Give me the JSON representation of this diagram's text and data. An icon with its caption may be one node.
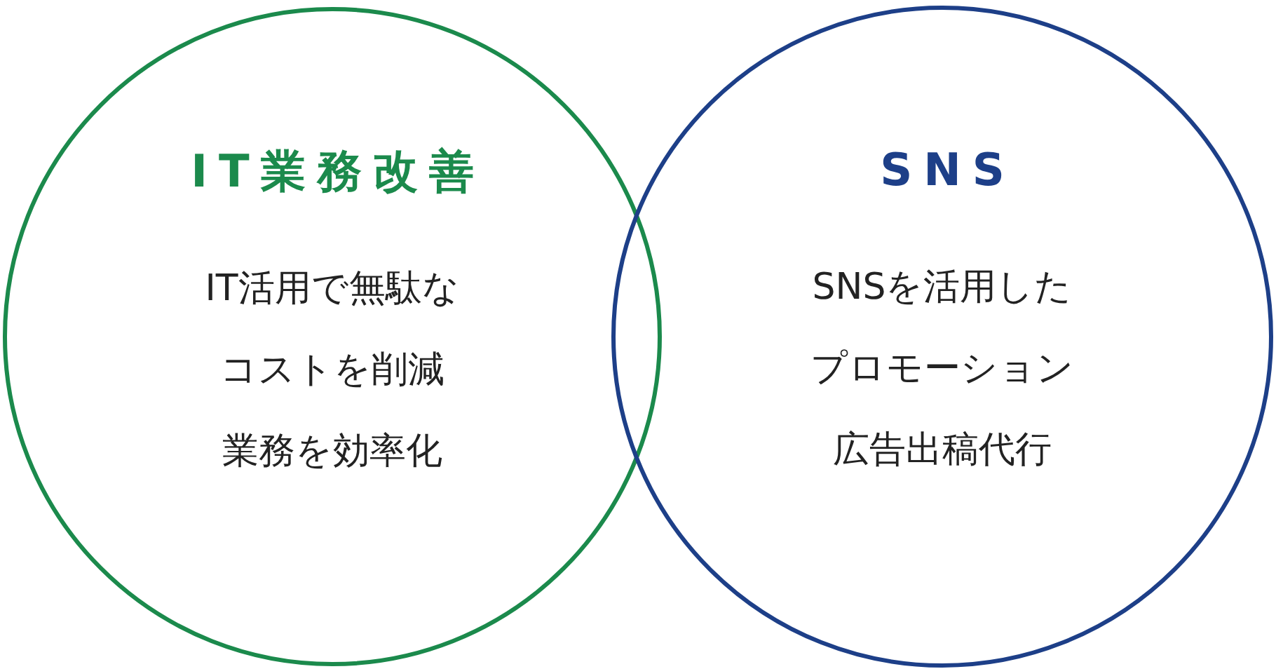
{
  "diagram": {
    "nodes": [
      {
        "text": [
          "IT業務改善",
          "IT活用で無駄なコストを削減業務を効率化"
        ]
      },
      {
        "text": [
          "SNS",
          "SNSを活用したプロモーション広告出稿代行"
        ]
      }
    ]
  }
}
